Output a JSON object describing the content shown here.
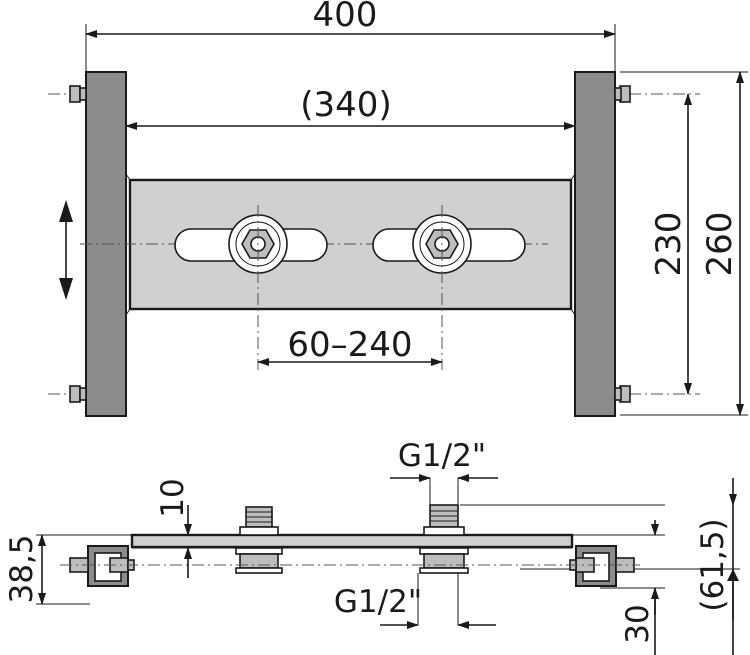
{
  "dimensions": {
    "overall_width": "400",
    "inner_width": "(340)",
    "hole_spacing": "230",
    "overall_height": "260",
    "outlet_spacing": "60–240",
    "thread_top": "G1/2\"",
    "thread_bottom": "G1/2\"",
    "plate_thickness": "10",
    "mount_depth": "38,5",
    "outlet_depth": "(61,5)",
    "center_offset": "30"
  },
  "colors": {
    "post": "#8c8c8c",
    "plate": "#d0d0d0",
    "line": "#1a1a1a"
  }
}
